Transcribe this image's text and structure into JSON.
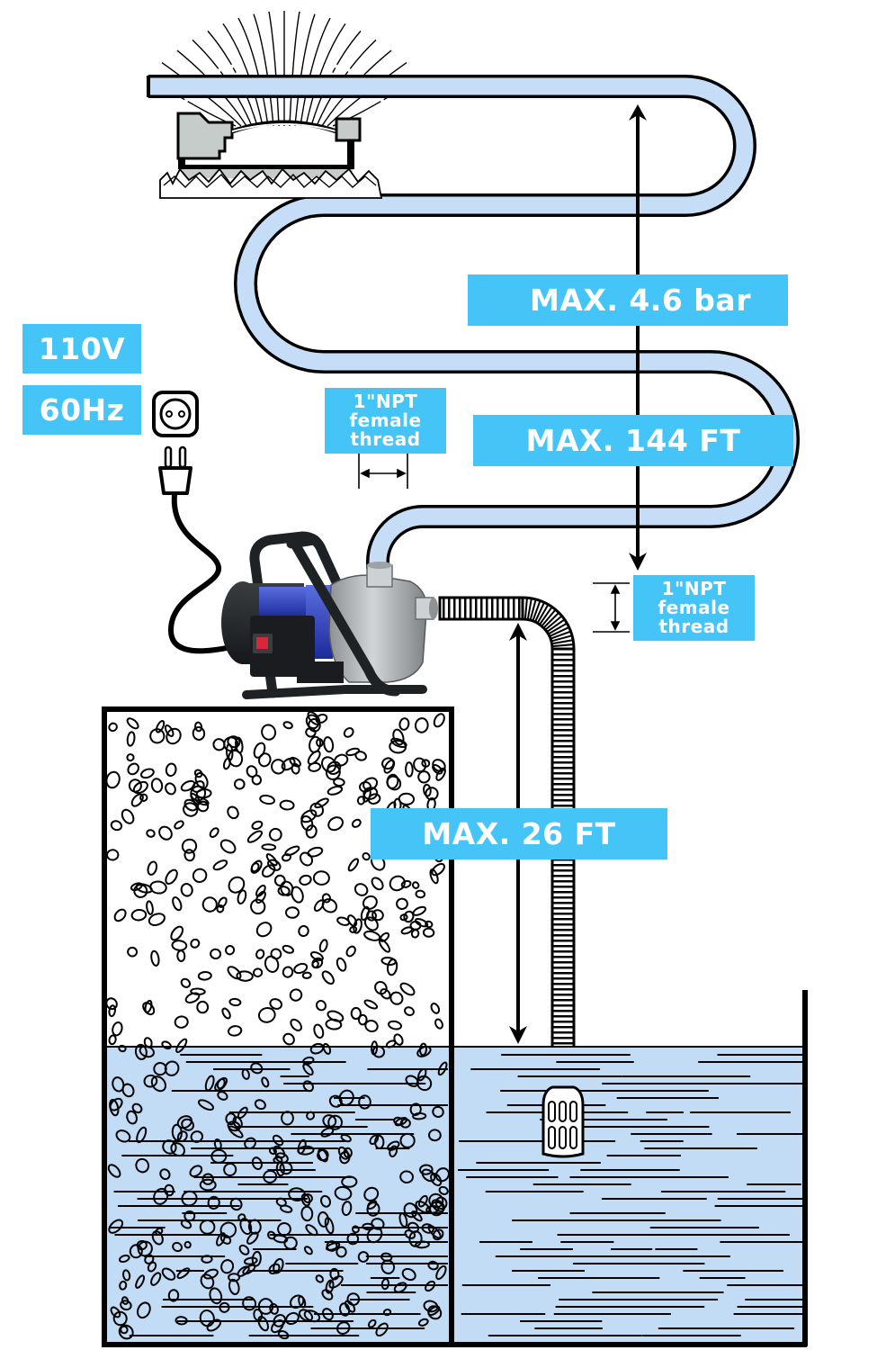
{
  "diagram": {
    "title": "Garden pump installation diagram",
    "colors": {
      "label_bg": "#45c4f8",
      "label_text": "#ffffff",
      "hose_fill": "#c5ddf7",
      "water_fill": "#c2dcf6",
      "outline": "#000000",
      "pump_motor": "#2b3db8",
      "pump_housing": "#a9adb0",
      "switch": "#d9263a"
    },
    "power": {
      "voltage": "110V",
      "frequency": "60Hz",
      "icons": [
        "power-socket-icon",
        "power-plug-icon"
      ]
    },
    "labels": {
      "max_pressure": "MAX. 4.6 bar",
      "max_head": "MAX. 144 FT",
      "max_suction": "MAX. 26 FT",
      "outlet_thread": {
        "line1": "1\"NPT",
        "line2": "female",
        "line3": "thread"
      },
      "inlet_thread": {
        "line1": "1\"NPT",
        "line2": "female",
        "line3": "thread"
      }
    },
    "components": [
      "lawn-sprinkler",
      "discharge-hose",
      "pump",
      "suction-hose",
      "foot-valve-strainer",
      "well",
      "water-source"
    ]
  }
}
